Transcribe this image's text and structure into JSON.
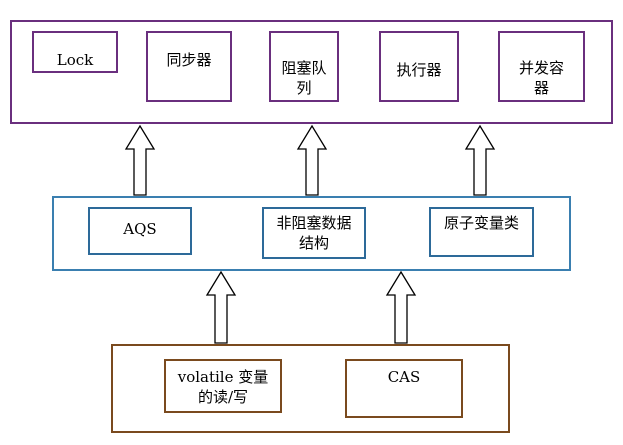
{
  "diagram": {
    "top_layer": {
      "items": [
        "Lock",
        "同步器",
        "阻塞队列",
        "执行器",
        "并发容器"
      ]
    },
    "middle_layer": {
      "items": [
        "AQS",
        "非阻塞数据结构",
        "原子变量类"
      ]
    },
    "bottom_layer": {
      "items": [
        "volatile 变量的读/写",
        "CAS"
      ]
    },
    "colors": {
      "top_border": "#6a2f7e",
      "middle_border": "#3a7fb0",
      "bottom_border": "#7a4a1e"
    }
  }
}
